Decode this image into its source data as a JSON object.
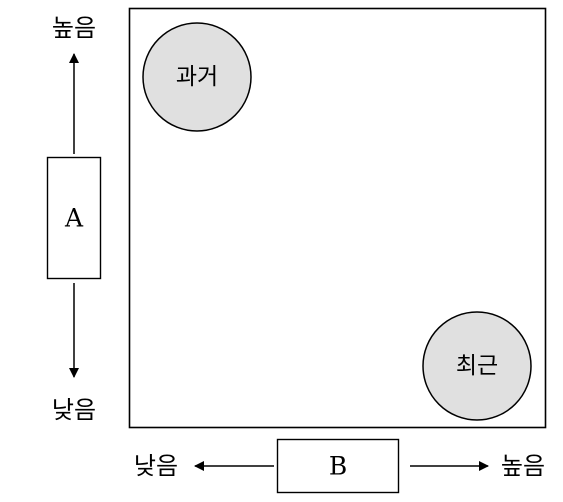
{
  "axis_a": {
    "top_label": "높음",
    "bottom_label": "낮음",
    "box_label": "A"
  },
  "axis_b": {
    "left_label": "낮음",
    "right_label": "높음",
    "box_label": "B"
  },
  "bubbles": {
    "past": "과거",
    "recent": "최근"
  },
  "colors": {
    "bubble_fill": "#e0e0e0",
    "line": "#000000"
  }
}
